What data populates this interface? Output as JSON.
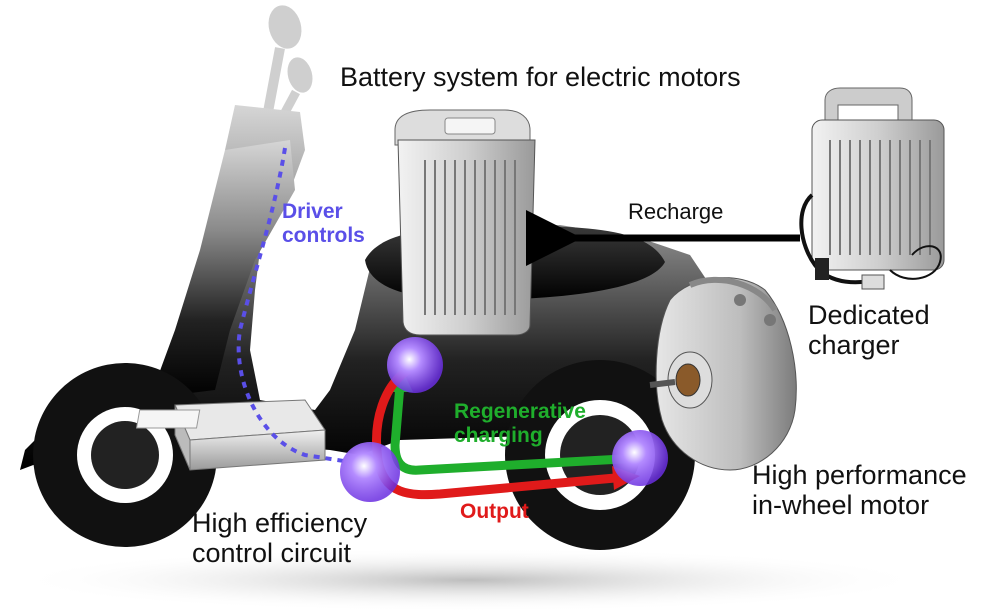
{
  "labels": {
    "battery": "Battery system for electric motors",
    "recharge": "Recharge",
    "charger_line1": "Dedicated",
    "charger_line2": "charger",
    "driver_line1": "Driver",
    "driver_line2": "controls",
    "regen_line1": "Regenerative",
    "regen_line2": "charging",
    "output": "Output",
    "motor_line1": "High performance",
    "motor_line2": "in-wheel motor",
    "circuit_line1": "High efficiency",
    "circuit_line2": "control circuit"
  },
  "colors": {
    "driver_controls": "#5a4fe8",
    "regenerative": "#1fae2c",
    "output": "#e01a1a",
    "node_glow": "#8a5cf0"
  }
}
